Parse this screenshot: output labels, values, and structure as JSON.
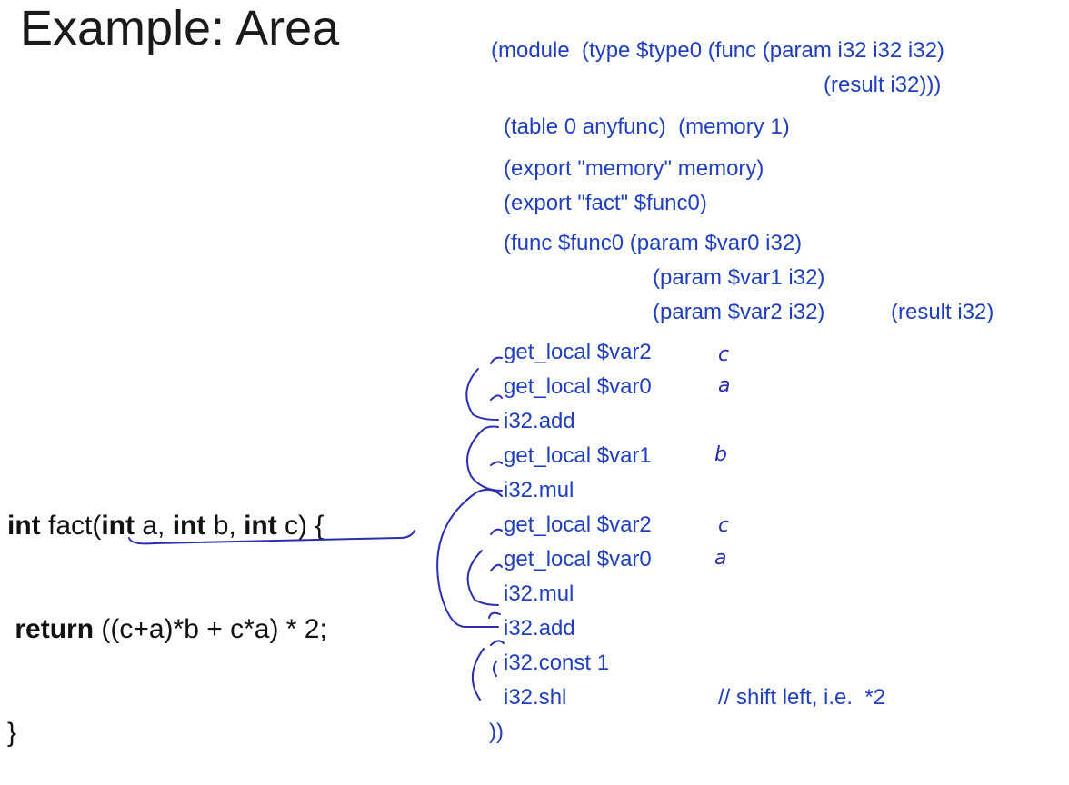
{
  "title": "Example: Area",
  "c_code": {
    "line1": {
      "kw1": "int",
      "t1": " fact(",
      "kw2": "int",
      "t2": " a, ",
      "kw3": "int",
      "t3": " b, ",
      "kw4": "int",
      "t4": " c) {"
    },
    "line2": {
      "pre": " ",
      "kw": "return",
      "expr": " ((c+a)*b + c*a) * 2;"
    },
    "line3": "}"
  },
  "wasm": {
    "l1": "(module  (type $type0 (func (param i32 i32 i32)",
    "l2": "(result i32)))",
    "l3": "(table 0 anyfunc)  (memory 1)",
    "l4": "(export \"memory\" memory)",
    "l5": "(export \"fact\" $func0)",
    "l6": "(func $func0 (param $var0 i32)",
    "l7": "(param $var1 i32)",
    "l8": "(param $var2 i32)",
    "l8b": "(result i32)",
    "ins1": "get_local $var2",
    "ins2": "get_local $var0",
    "ins3": "i32.add",
    "ins4": "get_local $var1",
    "ins5": "i32.mul",
    "ins6": "get_local $var2",
    "ins7": "get_local $var0",
    "ins8": "i32.mul",
    "ins9": "i32.add",
    "ins10": "i32.const 1",
    "ins11": "i32.shl",
    "comment": "// shift left, i.e.  *2",
    "close": "))"
  },
  "annotations": [
    "c",
    "a",
    "b",
    "c",
    "a"
  ],
  "colors": {
    "code_blue": "#1f3fbf",
    "ink": "#2a2fb0",
    "text": "#111111"
  }
}
